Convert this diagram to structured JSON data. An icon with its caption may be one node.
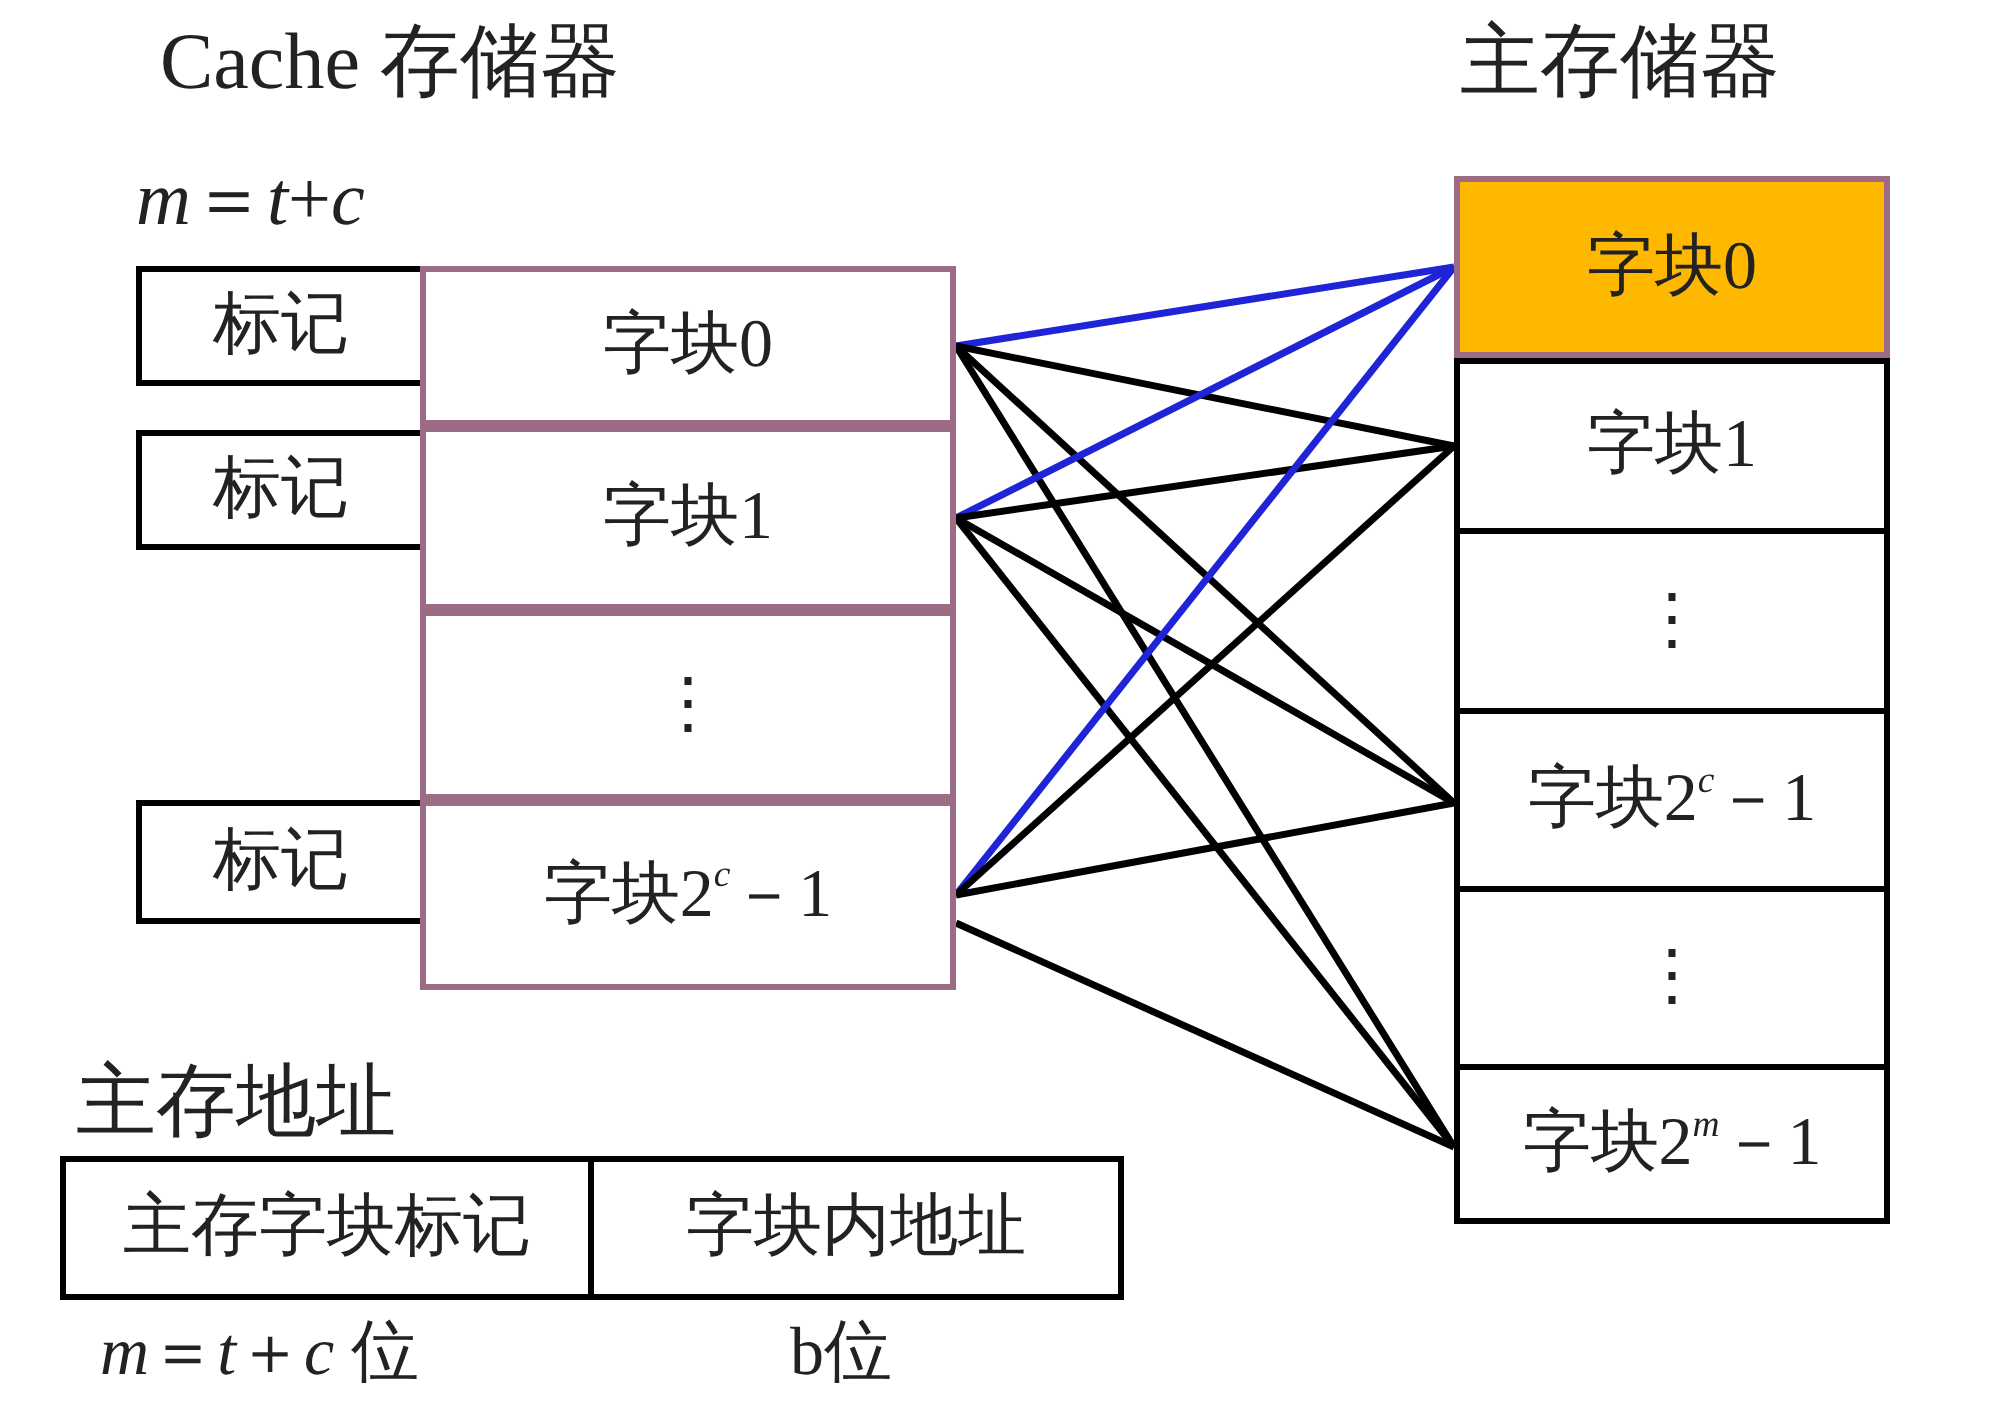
{
  "diagram": {
    "nodes": [
      {
        "text": [
          "Cache 存储器"
        ]
      },
      {
        "text": [
          "标记"
        ]
      },
      {
        "text": [
          "字块0"
        ],
        "in": 0
      },
      {
        "text": [
          "标记"
        ]
      },
      {
        "text": [
          "字块1"
        ],
        "in": 0
      },
      {
        "text": [
          "⋮"
        ],
        "in": 0
      },
      {
        "text": [
          "标记"
        ]
      },
      {
        "text": [
          "字块2$^{c}$－1"
        ],
        "in": 0
      },
      {
        "text": [
          "主存储器"
        ]
      },
      {
        "text": [
          "字块0"
        ],
        "in": 8
      },
      {
        "text": [
          "字块1"
        ],
        "in": 8
      },
      {
        "text": [
          "⋮"
        ],
        "in": 8
      },
      {
        "text": [
          "字块2$^{c}$－1"
        ],
        "in": 8
      },
      {
        "text": [
          "⋮"
        ],
        "in": 8
      },
      {
        "text": [
          "字块2$^{m}$－1"
        ],
        "in": 8
      },
      {
        "text": [
          "主存地址"
        ]
      },
      {
        "text": [
          "主存字块标记"
        ],
        "in": 15,
        "beside": [
          "*m*＝*t*＋*c* 位"
        ]
      },
      {
        "text": [
          "字块内地址"
        ],
        "in": 15,
        "beside": [
          "b位"
        ]
      }
    ],
    "edges": [
      {
        "from": 2,
        "to": 9,
        "arrow": "none",
        "color": "#1f24d6"
      },
      {
        "from": 2,
        "to": 10,
        "arrow": "none"
      },
      {
        "from": 2,
        "to": 12,
        "arrow": "none"
      },
      {
        "from": 2,
        "to": 14,
        "arrow": "none"
      },
      {
        "from": 4,
        "to": 9,
        "arrow": "none",
        "color": "#1f24d6"
      },
      {
        "from": 4,
        "to": 10,
        "arrow": "none"
      },
      {
        "from": 4,
        "to": 12,
        "arrow": "none"
      },
      {
        "from": 4,
        "to": 14,
        "arrow": "none"
      },
      {
        "from": 7,
        "to": 9,
        "arrow": "none",
        "color": "#1f24d6"
      },
      {
        "from": 7,
        "to": 10,
        "arrow": "none"
      },
      {
        "from": 7,
        "to": 12,
        "arrow": "none"
      },
      {
        "from": 7,
        "to": 14,
        "arrow": "none"
      }
    ],
    "labels": [
      "*m*＝*t*+*c*"
    ]
  }
}
